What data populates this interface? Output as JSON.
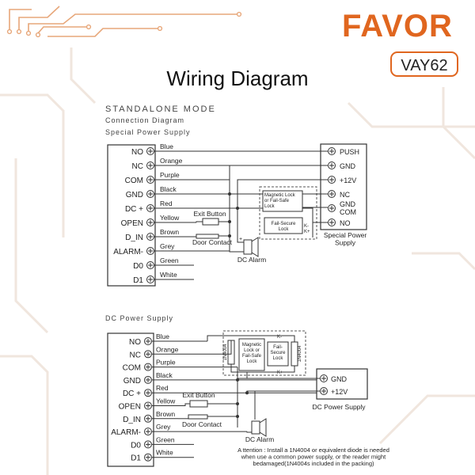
{
  "brand": {
    "name": "FAVOR",
    "model": "VAY62",
    "accent": "#e0661f"
  },
  "title": "Wiring Diagram",
  "section1": {
    "mode": "STANDALONE MODE",
    "subtitle": "Connection Diagram",
    "supply_title": "Special Power Supply",
    "terminals": [
      "NO",
      "NC",
      "COM",
      "GND",
      "DC +",
      "OPEN",
      "D_IN",
      "ALARM-",
      "D0",
      "D1"
    ],
    "wires": [
      "Blue",
      "Orange",
      "Purple",
      "Black",
      "Red",
      "Yellow",
      "Brown",
      "Grey",
      "Green",
      "White"
    ],
    "psu_terminals": [
      "PUSH",
      "GND",
      "+12V",
      "NC",
      "GND\nCOM",
      "NO"
    ],
    "psu_label": "Special Power\nSupply",
    "lock_mag": "Magnetic Lock\nor Fail-Safe\nLock",
    "lock_fs": "Fail-Secure\nLock",
    "exit_button": "Exit Button",
    "door_contact": "Door Contact",
    "dc_alarm": "DC Alarm",
    "k_minus": "K-",
    "k_plus": "K+"
  },
  "section2": {
    "supply_title": "DC Power Supply",
    "terminals": [
      "NO",
      "NC",
      "COM",
      "GND",
      "DC +",
      "OPEN",
      "D_IN",
      "ALARM-",
      "D0",
      "D1"
    ],
    "wires": [
      "Blue",
      "Orange",
      "Purple",
      "Black",
      "Red",
      "Yellow",
      "Brown",
      "Grey",
      "Green",
      "White"
    ],
    "psu_terminals": [
      "GND",
      "+12V"
    ],
    "psu_label": "DC Power Supply",
    "lock_mag": "Magnetic\nLock or\nFail-Safe\nLock",
    "lock_fs": "Fail-\nSecure\nLock",
    "diode": "1N4004",
    "exit_button": "Exit Button",
    "door_contact": "Door Contact",
    "dc_alarm": "DC Alarm",
    "k_minus": "K-",
    "k_plus": "K+",
    "attention": "A ttention : Install a 1N4004 or equivalent diode is needed\nwhen use a common power supply, or the reader might\nbedamaged(1N4004s included in the packing)"
  }
}
